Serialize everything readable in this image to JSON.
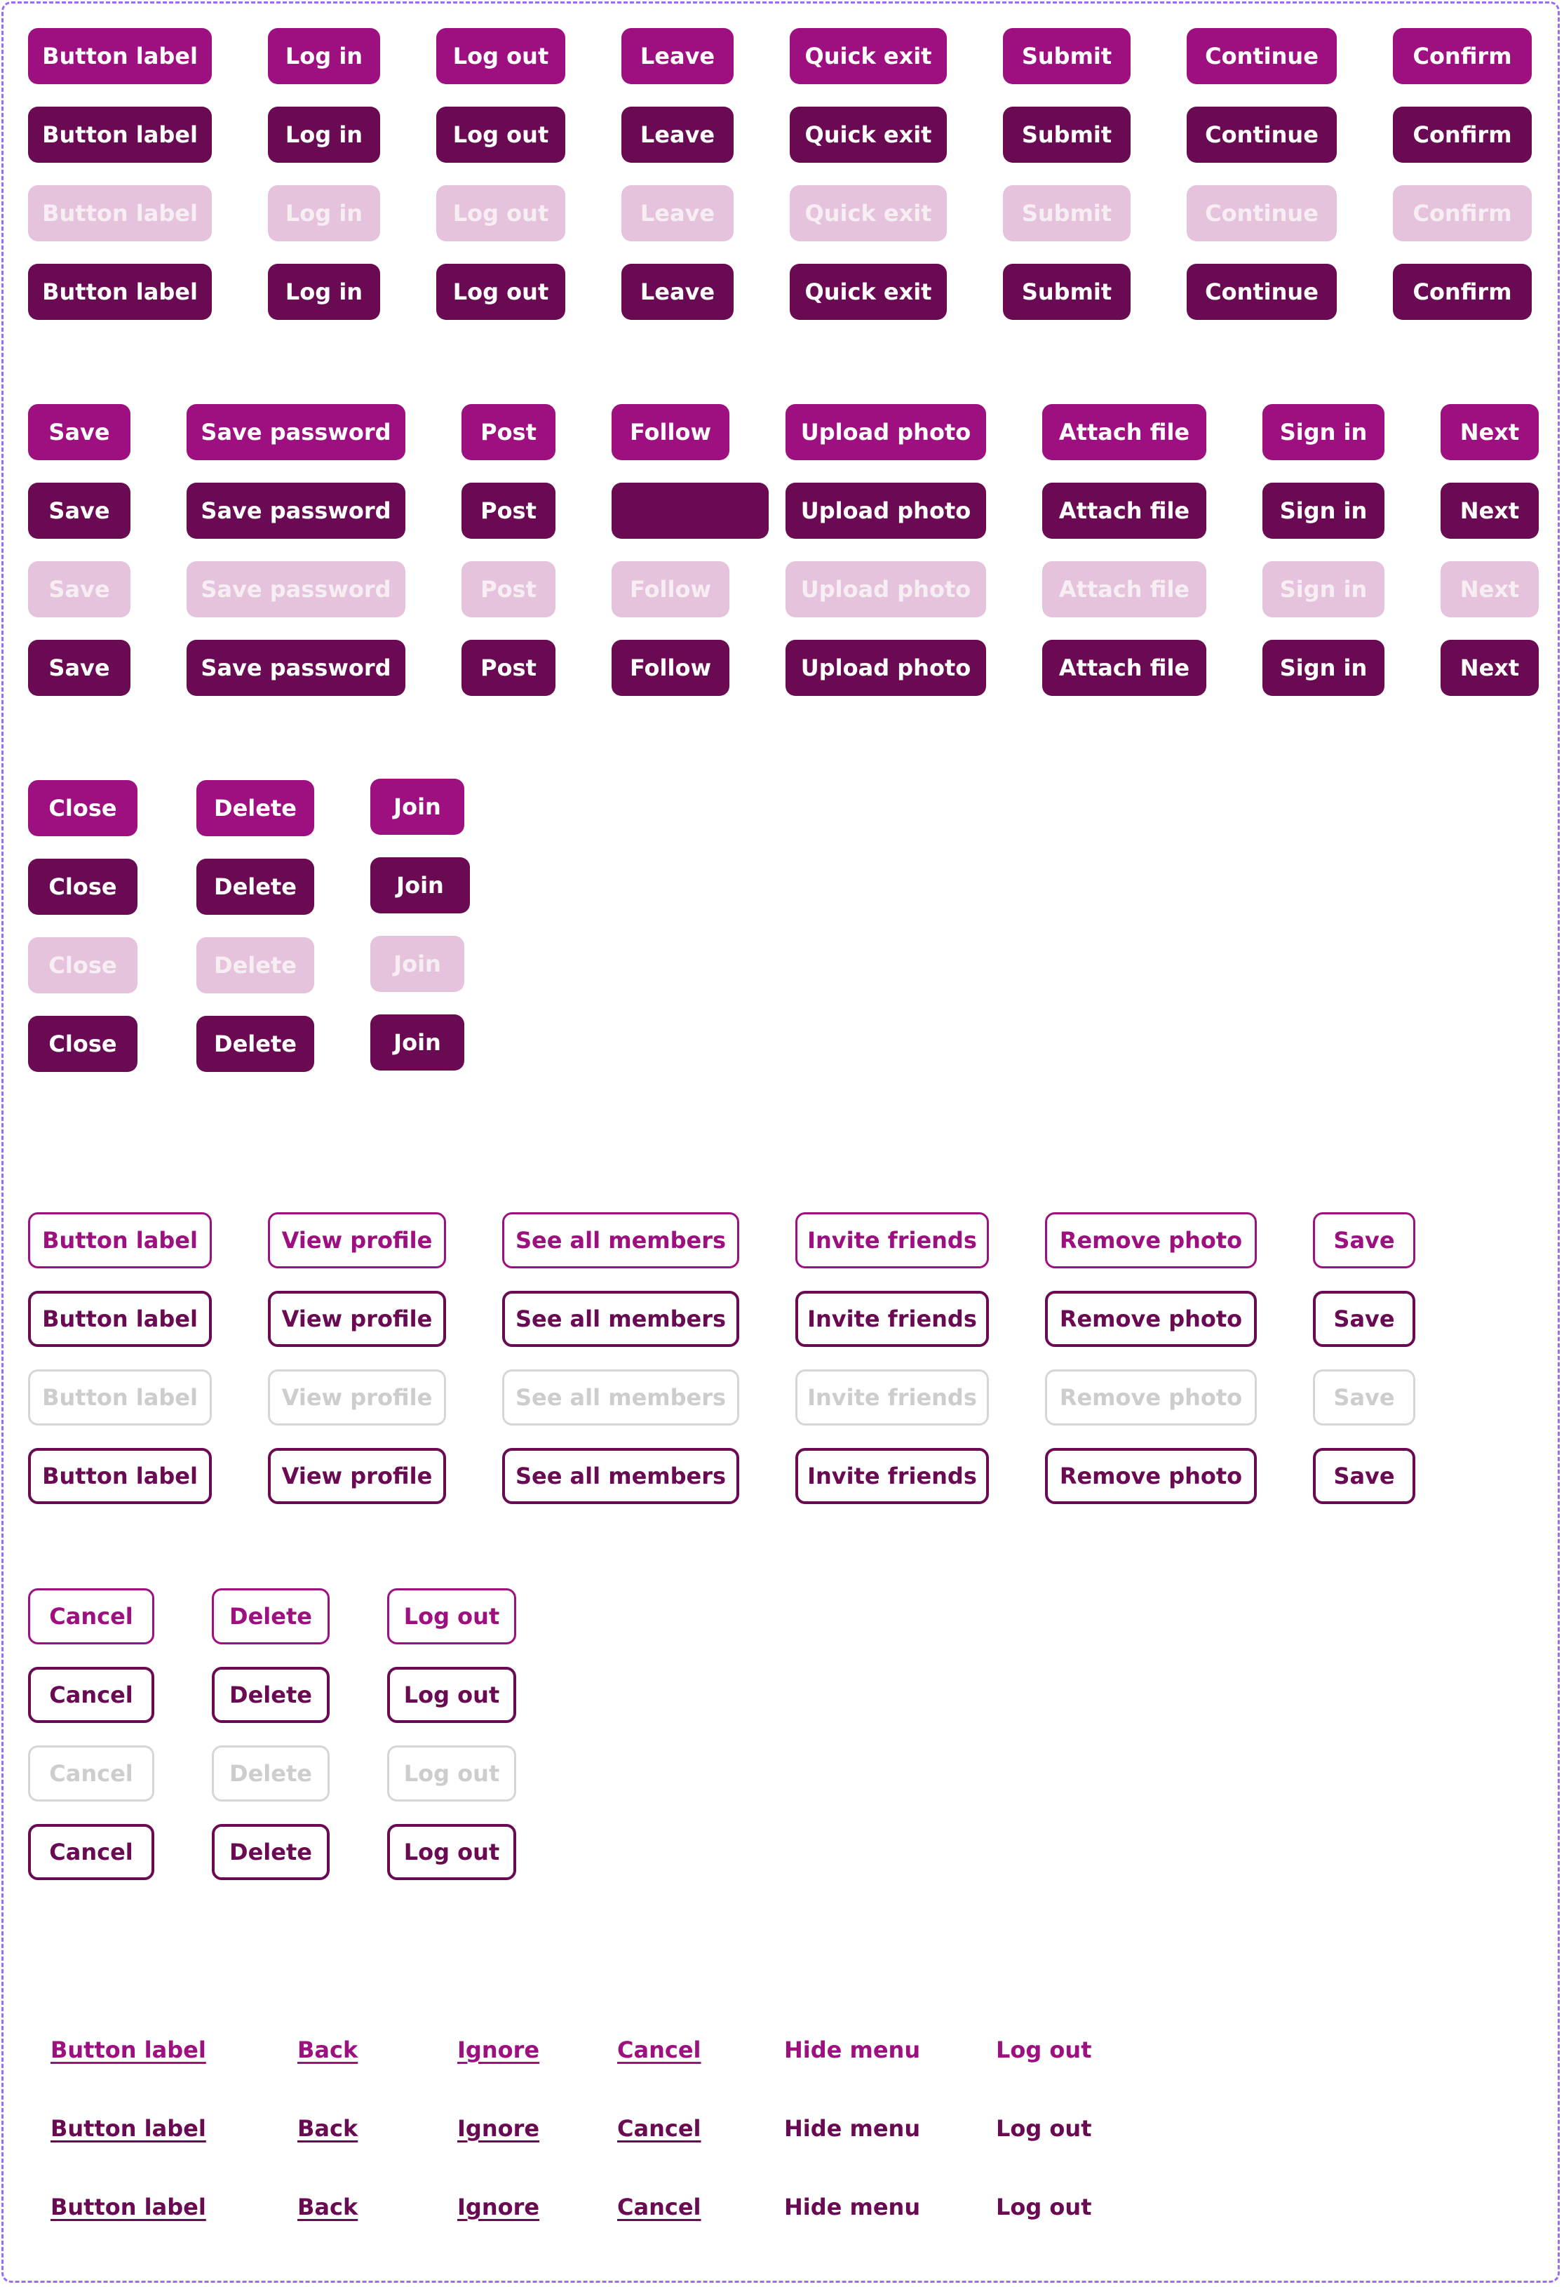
{
  "colors": {
    "primary": "#9e0f80",
    "primary_dark": "#690a52",
    "primary_disabled": "#e6c3dc",
    "outline_disabled": "#d6d6d6",
    "frame_border": "#9b6cf0"
  },
  "states": [
    "default",
    "hover",
    "disabled",
    "pressed"
  ],
  "filled_group_1": {
    "labels": [
      "Button label",
      "Log in",
      "Log out",
      "Leave",
      "Quick exit",
      "Submit",
      "Continue",
      "Confirm"
    ]
  },
  "filled_group_2": {
    "labels": [
      "Save",
      "Save password",
      "Post",
      "Follow",
      "Upload photo",
      "Attach file",
      "Sign in",
      "Next"
    ]
  },
  "filled_group_3": {
    "labels": [
      "Close",
      "Delete",
      "Join"
    ]
  },
  "outline_group_1": {
    "labels": [
      "Button label",
      "View profile",
      "See all members",
      "Invite friends",
      "Remove photo",
      "Save"
    ]
  },
  "outline_group_2": {
    "labels": [
      "Cancel",
      "Delete",
      "Log out"
    ]
  },
  "link_group": {
    "labels": [
      "Button label",
      "Back",
      "Ignore",
      "Cancel",
      "Hide menu",
      "Log out"
    ]
  }
}
